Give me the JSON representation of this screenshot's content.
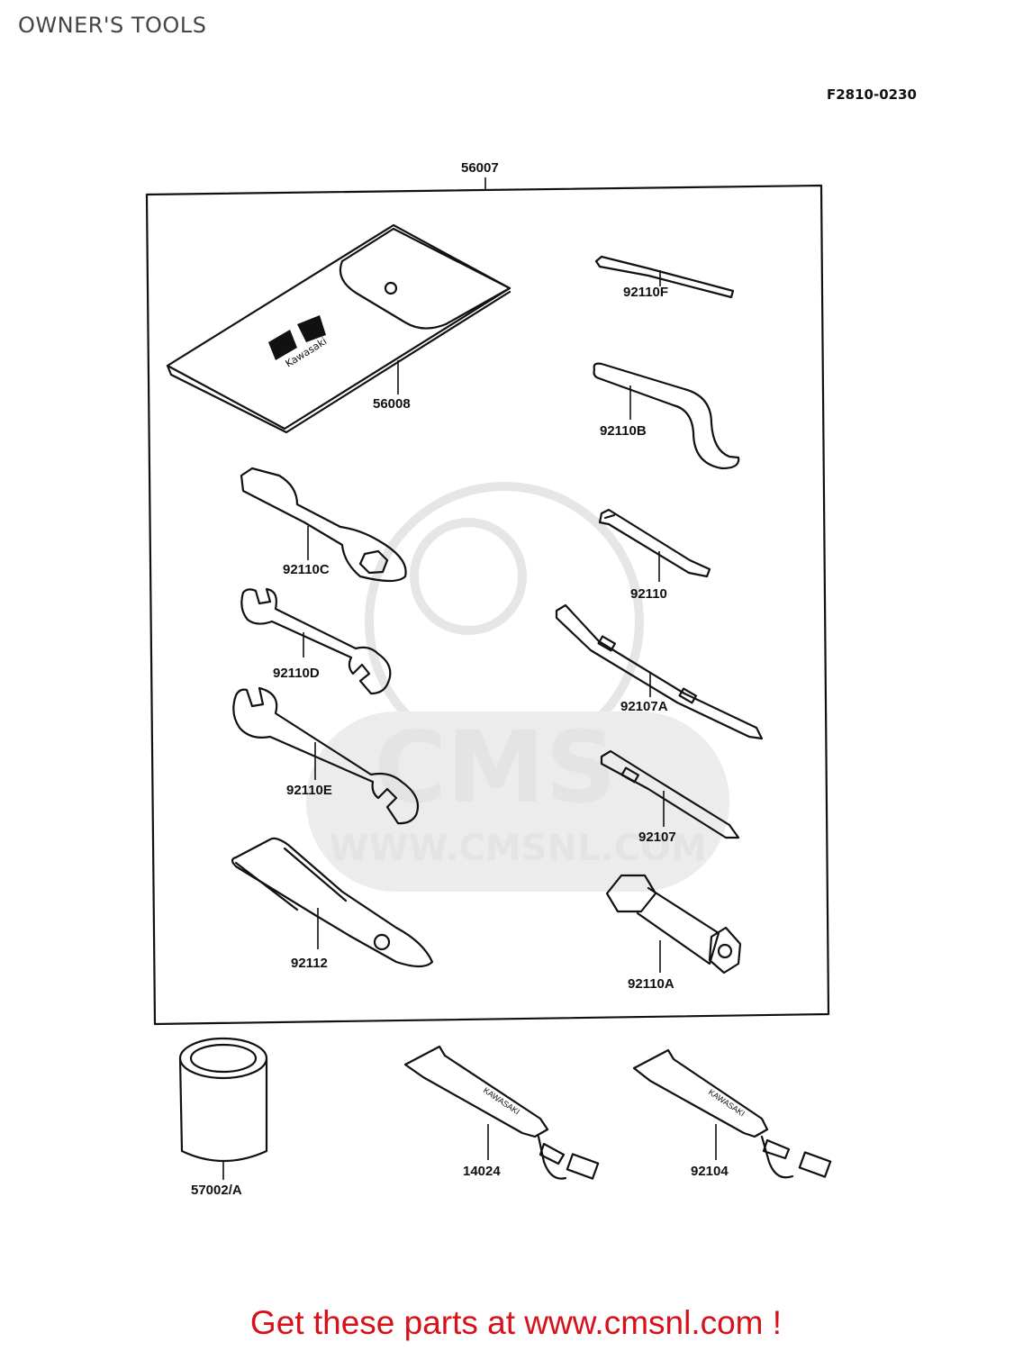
{
  "page_title": "OWNER'S TOOLS",
  "figure_code": "F2810-0230",
  "watermark": {
    "brand": "CMS",
    "url": "WWW.CMSNL.COM"
  },
  "parts": {
    "p56007": "56007",
    "p56008": "56008",
    "p92110F": "92110F",
    "p92110B": "92110B",
    "p92110C": "92110C",
    "p92110": "92110",
    "p92110D": "92110D",
    "p92107A": "92107A",
    "p92110E": "92110E",
    "p92107": "92107",
    "p92112": "92112",
    "p92110A": "92110A",
    "p57002A": "57002/A",
    "p14024": "14024",
    "p92104": "92104"
  },
  "cta_text": "Get these parts at www.cmsnl.com !",
  "colors": {
    "cta": "#d8101a",
    "line": "#111111",
    "watermark": "#e6e6e6"
  }
}
